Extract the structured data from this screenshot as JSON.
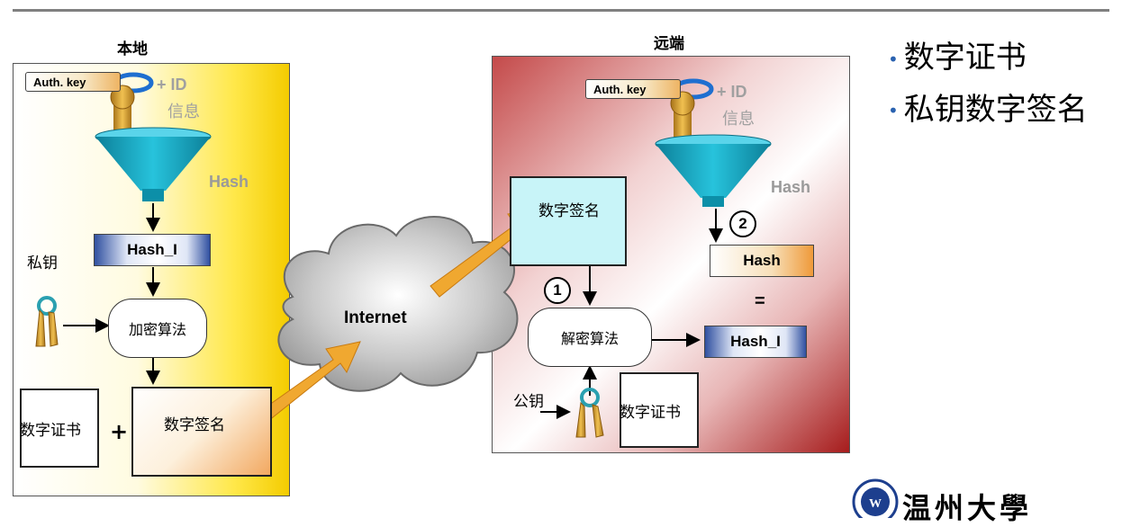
{
  "bullets": [
    "数字证书",
    "私钥数字签名"
  ],
  "local": {
    "title": "本地",
    "auth_key": "Auth. key",
    "plus_id": "+ ID",
    "id_info": "信息",
    "hash_label": "Hash",
    "private_key_label": "私钥",
    "hash_i": "Hash_I",
    "encrypt_algo": "加密算法",
    "certificate": "数字证书",
    "plus": "+",
    "signature": "数字签名"
  },
  "internet": "Internet",
  "remote": {
    "title": "远端",
    "auth_key": "Auth. key",
    "plus_id": "+ ID",
    "id_info": "信息",
    "hash_label": "Hash",
    "signature": "数字签名",
    "step1": "1",
    "step2": "2",
    "hash": "Hash",
    "equals": "=",
    "decrypt_algo": "解密算法",
    "hash_i": "Hash_I",
    "public_key_label": "公钥",
    "certificate": "数字证书"
  },
  "logo_text": "温州大學",
  "colors": {
    "funnel": "#1aa6c0",
    "arrow": "#f0a830",
    "signature_box": "#c8f4f8",
    "bullet": "#2a62b0"
  }
}
